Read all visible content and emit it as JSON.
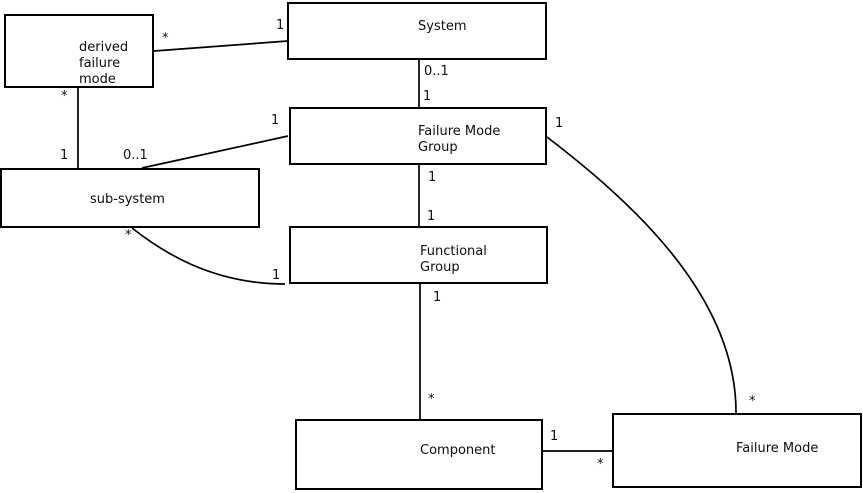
{
  "diagram_title": "",
  "nodes": {
    "derived_failure_mode": {
      "label": "derived\nfailure\nmode"
    },
    "system": {
      "label": "System"
    },
    "failure_mode_group": {
      "label": "Failure Mode\nGroup"
    },
    "sub_system": {
      "label": "sub-system"
    },
    "functional_group": {
      "label": "Functional\nGroup"
    },
    "component": {
      "label": "Component"
    },
    "failure_mode": {
      "label": "Failure Mode"
    }
  },
  "edges": [
    {
      "from": "system",
      "to": "derived_failure_mode",
      "from_label": "1",
      "to_label": "*"
    },
    {
      "from": "system",
      "to": "failure_mode_group",
      "from_label": "0..1",
      "to_label": "1"
    },
    {
      "from": "derived_failure_mode",
      "to": "sub_system",
      "from_label": "*",
      "to_label": "1"
    },
    {
      "from": "failure_mode_group",
      "to": "sub_system",
      "from_label": "1",
      "to_label": "0..1"
    },
    {
      "from": "failure_mode_group",
      "to": "functional_group",
      "from_label": "1",
      "to_label": "1"
    },
    {
      "from": "failure_mode_group",
      "to": "failure_mode",
      "from_label": "1",
      "to_label": "*"
    },
    {
      "from": "sub_system",
      "to": "functional_group",
      "from_label": "*",
      "to_label": "1"
    },
    {
      "from": "functional_group",
      "to": "component",
      "from_label": "1",
      "to_label": "*"
    },
    {
      "from": "component",
      "to": "failure_mode",
      "from_label": "1",
      "to_label": "*"
    }
  ]
}
